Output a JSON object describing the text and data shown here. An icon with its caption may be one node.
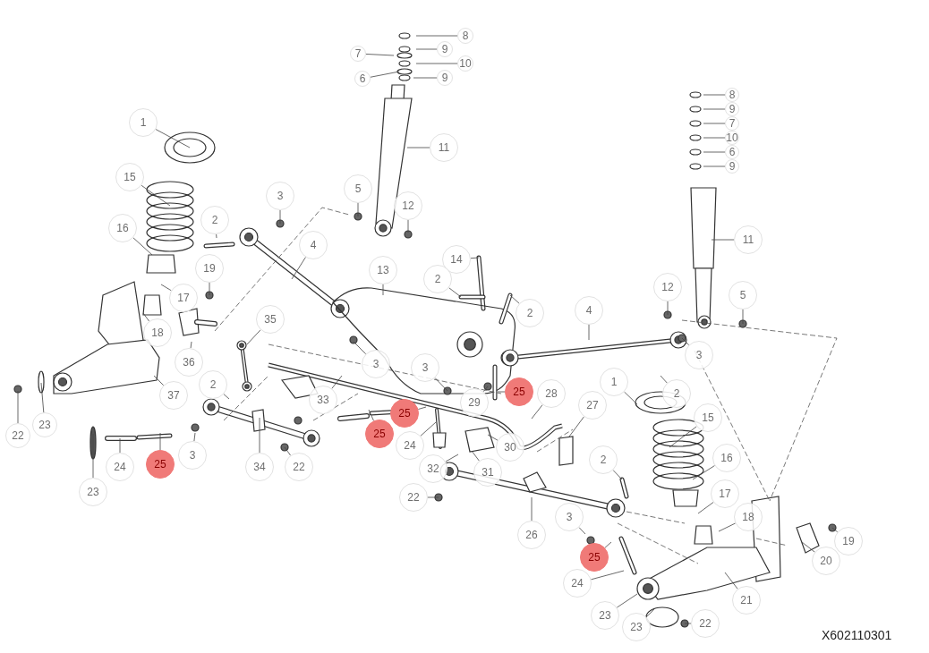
{
  "diagram": {
    "nodes": [
      {
        "text": [
          "8"
        ]
      },
      {
        "text": [
          "9"
        ]
      },
      {
        "text": [
          "7"
        ]
      },
      {
        "text": [
          "10"
        ]
      },
      {
        "text": [
          "6"
        ]
      },
      {
        "text": [
          "9"
        ]
      },
      {
        "text": [
          "8"
        ]
      },
      {
        "text": [
          "9"
        ]
      },
      {
        "text": [
          "1"
        ]
      },
      {
        "text": [
          "7"
        ]
      },
      {
        "text": [
          "10"
        ]
      },
      {
        "text": [
          "11"
        ]
      },
      {
        "text": [
          "6"
        ]
      },
      {
        "text": [
          "9"
        ]
      },
      {
        "text": [
          "15"
        ]
      },
      {
        "text": [
          "5"
        ]
      },
      {
        "text": [
          "3"
        ]
      },
      {
        "text": [
          "12"
        ]
      },
      {
        "text": [
          "2"
        ]
      },
      {
        "text": [
          "16"
        ]
      },
      {
        "text": [
          "11"
        ]
      },
      {
        "text": [
          "4"
        ]
      },
      {
        "text": [
          "14"
        ]
      },
      {
        "text": [
          "19"
        ]
      },
      {
        "text": [
          "13"
        ]
      },
      {
        "text": [
          "2"
        ]
      },
      {
        "text": [
          "12"
        ]
      },
      {
        "text": [
          "5"
        ]
      },
      {
        "text": [
          "17"
        ]
      },
      {
        "text": [
          "4"
        ]
      },
      {
        "text": [
          "2"
        ]
      },
      {
        "text": [
          "35"
        ]
      },
      {
        "text": [
          "18"
        ]
      },
      {
        "text": [
          "3"
        ]
      },
      {
        "text": [
          "36"
        ]
      },
      {
        "text": [
          "3"
        ]
      },
      {
        "text": [
          "3"
        ]
      },
      {
        "text": [
          "1"
        ]
      },
      {
        "text": [
          "2"
        ]
      },
      {
        "text": [
          "25"
        ]
      },
      {
        "text": [
          "2"
        ]
      },
      {
        "text": [
          "28"
        ]
      },
      {
        "text": [
          "37"
        ]
      },
      {
        "text": [
          "33"
        ]
      },
      {
        "text": [
          "29"
        ]
      },
      {
        "text": [
          "27"
        ]
      },
      {
        "text": [
          "25"
        ]
      },
      {
        "text": [
          "15"
        ]
      },
      {
        "text": [
          "23"
        ]
      },
      {
        "text": [
          "22"
        ]
      },
      {
        "text": [
          "25"
        ]
      },
      {
        "text": [
          "24"
        ]
      },
      {
        "text": [
          "30"
        ]
      },
      {
        "text": [
          "3"
        ]
      },
      {
        "text": [
          "32"
        ]
      },
      {
        "text": [
          "2"
        ]
      },
      {
        "text": [
          "25"
        ]
      },
      {
        "text": [
          "16"
        ]
      },
      {
        "text": [
          "24"
        ]
      },
      {
        "text": [
          "34"
        ]
      },
      {
        "text": [
          "22"
        ]
      },
      {
        "text": [
          "31"
        ]
      },
      {
        "text": [
          "23"
        ]
      },
      {
        "text": [
          "17"
        ]
      },
      {
        "text": [
          "22"
        ]
      },
      {
        "text": [
          "18"
        ]
      },
      {
        "text": [
          "3"
        ]
      },
      {
        "text": [
          "26"
        ]
      },
      {
        "text": [
          "19"
        ]
      },
      {
        "text": [
          "25"
        ]
      },
      {
        "text": [
          "20"
        ]
      },
      {
        "text": [
          "24"
        ]
      },
      {
        "text": [
          "23"
        ]
      },
      {
        "text": [
          "21"
        ]
      },
      {
        "text": [
          "22"
        ]
      },
      {
        "text": [
          "23"
        ]
      }
    ],
    "edges": [
      {
        "from": 0,
        "to": null,
        "arrow": "none"
      },
      {
        "from": 1,
        "to": null,
        "arrow": "none"
      },
      {
        "from": 2,
        "to": null,
        "arrow": "none"
      },
      {
        "from": 3,
        "to": null,
        "arrow": "none"
      },
      {
        "from": 4,
        "to": null,
        "arrow": "none"
      },
      {
        "from": 5,
        "to": null,
        "arrow": "none"
      },
      {
        "from": 6,
        "to": null,
        "arrow": "none"
      },
      {
        "from": 7,
        "to": null,
        "arrow": "none"
      },
      {
        "from": 8,
        "to": null,
        "arrow": "none"
      },
      {
        "from": 9,
        "to": null,
        "arrow": "none"
      },
      {
        "from": 10,
        "to": null,
        "arrow": "none"
      },
      {
        "from": 11,
        "to": null,
        "arrow": "none"
      },
      {
        "from": 12,
        "to": null,
        "arrow": "none"
      },
      {
        "from": 13,
        "to": null,
        "arrow": "none"
      },
      {
        "from": 14,
        "to": null,
        "arrow": "none"
      },
      {
        "from": 15,
        "to": null,
        "arrow": "none"
      },
      {
        "from": 16,
        "to": null,
        "arrow": "none"
      },
      {
        "from": 17,
        "to": null,
        "arrow": "none"
      },
      {
        "from": 18,
        "to": null,
        "arrow": "none"
      },
      {
        "from": 19,
        "to": null,
        "arrow": "none"
      },
      {
        "from": 20,
        "to": null,
        "arrow": "none"
      },
      {
        "from": 21,
        "to": null,
        "arrow": "none"
      },
      {
        "from": 22,
        "to": null,
        "arrow": "none"
      },
      {
        "from": 23,
        "to": null,
        "arrow": "none"
      },
      {
        "from": 24,
        "to": null,
        "arrow": "none"
      },
      {
        "from": 25,
        "to": null,
        "arrow": "none"
      },
      {
        "from": 26,
        "to": null,
        "arrow": "none"
      },
      {
        "from": 27,
        "to": null,
        "arrow": "none"
      },
      {
        "from": 28,
        "to": null,
        "arrow": "none"
      },
      {
        "from": 29,
        "to": null,
        "arrow": "none"
      },
      {
        "from": 30,
        "to": null,
        "arrow": "none"
      },
      {
        "from": 31,
        "to": null,
        "arrow": "none"
      },
      {
        "from": 32,
        "to": null,
        "arrow": "none"
      },
      {
        "from": 33,
        "to": null,
        "arrow": "none"
      },
      {
        "from": 34,
        "to": null,
        "arrow": "none"
      },
      {
        "from": 35,
        "to": null,
        "arrow": "none"
      },
      {
        "from": 36,
        "to": null,
        "arrow": "none"
      },
      {
        "from": 37,
        "to": null,
        "arrow": "none"
      },
      {
        "from": 38,
        "to": null,
        "arrow": "none"
      },
      {
        "from": 39,
        "to": null,
        "arrow": "none"
      },
      {
        "from": 40,
        "to": null,
        "arrow": "none"
      },
      {
        "from": 41,
        "to": null,
        "arrow": "none"
      },
      {
        "from": 42,
        "to": null,
        "arrow": "none"
      },
      {
        "from": 43,
        "to": null,
        "arrow": "none"
      },
      {
        "from": 44,
        "to": null,
        "arrow": "none"
      },
      {
        "from": 45,
        "to": null,
        "arrow": "none"
      },
      {
        "from": 46,
        "to": null,
        "arrow": "none"
      },
      {
        "from": 47,
        "to": null,
        "arrow": "none"
      },
      {
        "from": 48,
        "to": null,
        "arrow": "none"
      },
      {
        "from": 49,
        "to": null,
        "arrow": "none"
      },
      {
        "from": 50,
        "to": null,
        "arrow": "none"
      },
      {
        "from": 51,
        "to": null,
        "arrow": "none"
      },
      {
        "from": 52,
        "to": null,
        "arrow": "none"
      },
      {
        "from": 53,
        "to": null,
        "arrow": "none"
      },
      {
        "from": 54,
        "to": null,
        "arrow": "none"
      },
      {
        "from": 55,
        "to": null,
        "arrow": "none"
      },
      {
        "from": 56,
        "to": null,
        "arrow": "none"
      },
      {
        "from": 57,
        "to": null,
        "arrow": "none"
      },
      {
        "from": 58,
        "to": null,
        "arrow": "none"
      },
      {
        "from": 59,
        "to": null,
        "arrow": "none"
      },
      {
        "from": 60,
        "to": null,
        "arrow": "none"
      },
      {
        "from": 61,
        "to": null,
        "arrow": "none"
      },
      {
        "from": 62,
        "to": null,
        "arrow": "none"
      },
      {
        "from": 63,
        "to": null,
        "arrow": "none"
      },
      {
        "from": 64,
        "to": null,
        "arrow": "none"
      },
      {
        "from": 65,
        "to": null,
        "arrow": "none"
      },
      {
        "from": 66,
        "to": null,
        "arrow": "none"
      },
      {
        "from": 67,
        "to": null,
        "arrow": "none"
      },
      {
        "from": 68,
        "to": null,
        "arrow": "none"
      },
      {
        "from": 69,
        "to": null,
        "arrow": "none"
      },
      {
        "from": 70,
        "to": null,
        "arrow": "none"
      },
      {
        "from": 71,
        "to": null,
        "arrow": "none"
      },
      {
        "from": 72,
        "to": null,
        "arrow": "none"
      },
      {
        "from": 73,
        "to": null,
        "arrow": "none"
      },
      {
        "from": 74,
        "to": null,
        "arrow": "none"
      },
      {
        "from": 75,
        "to": null,
        "arrow": "none"
      }
    ],
    "labels": [
      "X602110301"
    ]
  }
}
